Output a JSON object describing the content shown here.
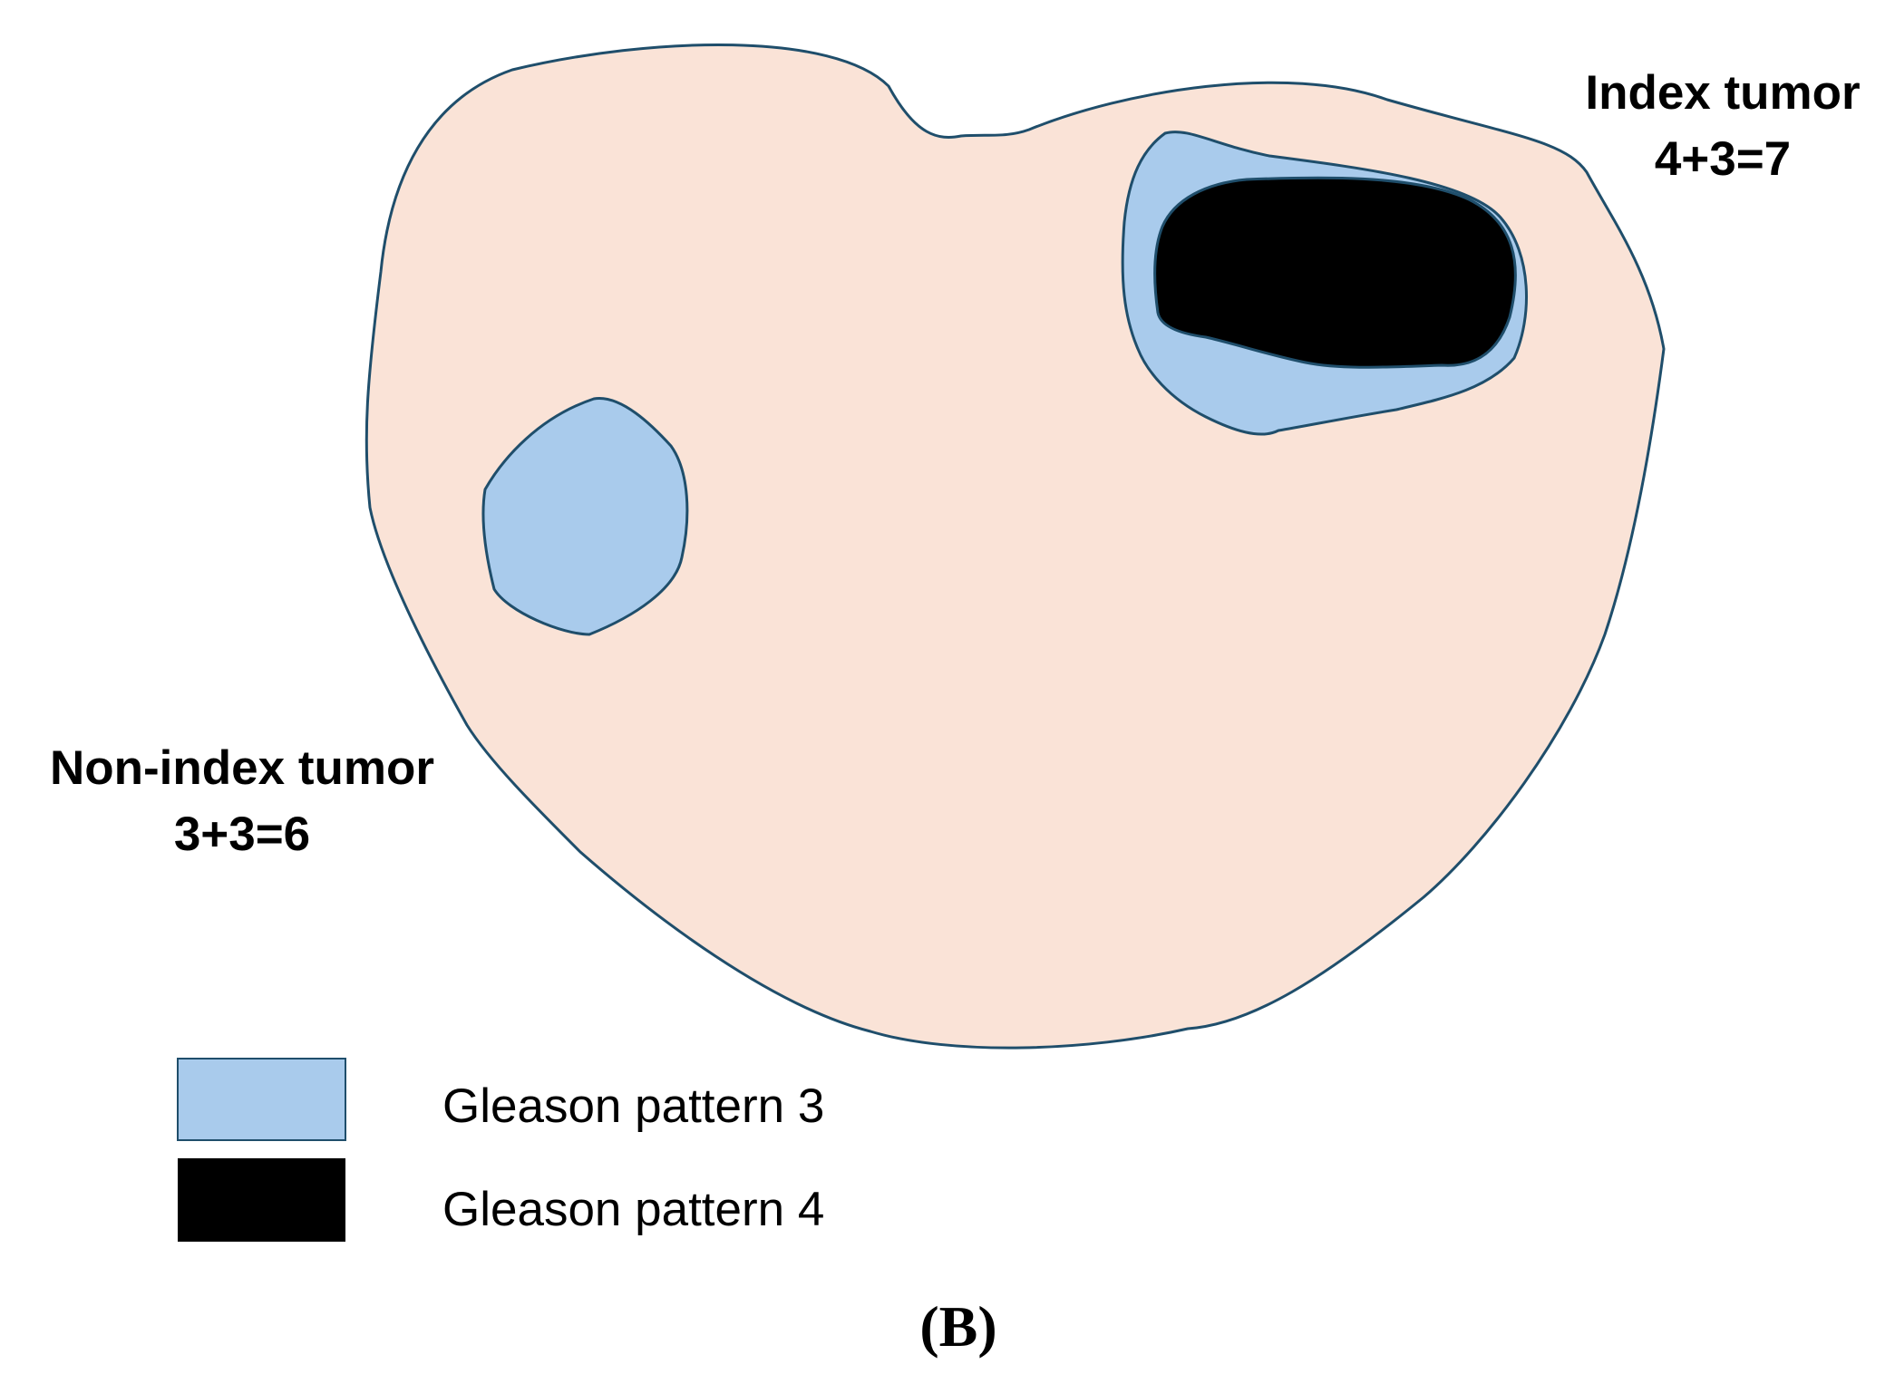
{
  "labels": {
    "index_tumor_line1": "Index tumor",
    "index_tumor_line2": "4+3=7",
    "non_index_tumor_line1": "Non-index tumor",
    "non_index_tumor_line2": "3+3=6",
    "panel_letter": "(B)"
  },
  "legend": {
    "items": [
      {
        "label": "Gleason pattern 3",
        "color": "#A9CBEC"
      },
      {
        "label": "Gleason pattern 4",
        "color": "#000000"
      }
    ]
  },
  "colors": {
    "prostate_fill": "#FAE3D7",
    "outline": "#1F4E6B",
    "pattern3": "#A9CBEC",
    "pattern4": "#000000"
  }
}
